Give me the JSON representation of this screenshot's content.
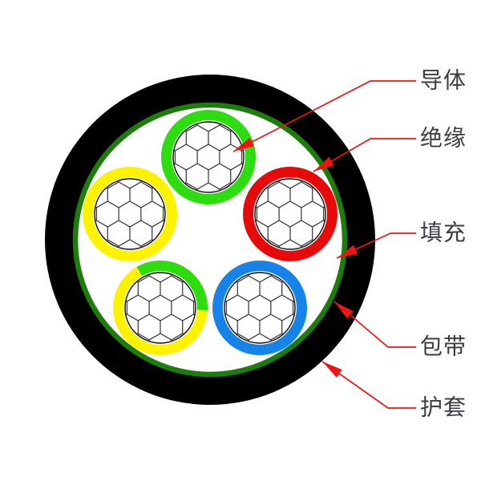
{
  "diagram": {
    "type": "power-cable-cross-section",
    "labels": {
      "conductor": "导体",
      "insulation": "绝缘",
      "filling": "填充",
      "tape": "包带",
      "sheath": "护套"
    },
    "cores": [
      {
        "position": "top",
        "insulation_color": "green"
      },
      {
        "position": "upper-left",
        "insulation_color": "yellow"
      },
      {
        "position": "upper-right",
        "insulation_color": "red"
      },
      {
        "position": "lower-left",
        "insulation_color": "yellow-green"
      },
      {
        "position": "lower-right",
        "insulation_color": "blue"
      }
    ],
    "colors": {
      "sheath": "#000000",
      "tape": "#1c7d0a",
      "filling": "#ffffff",
      "insulation_green": "#2edd10",
      "insulation_yellow": "#fdf200",
      "insulation_red": "#e80a0a",
      "insulation_blue": "#1683e8",
      "leader": "#ee1414",
      "text": "#3c3c42"
    }
  }
}
